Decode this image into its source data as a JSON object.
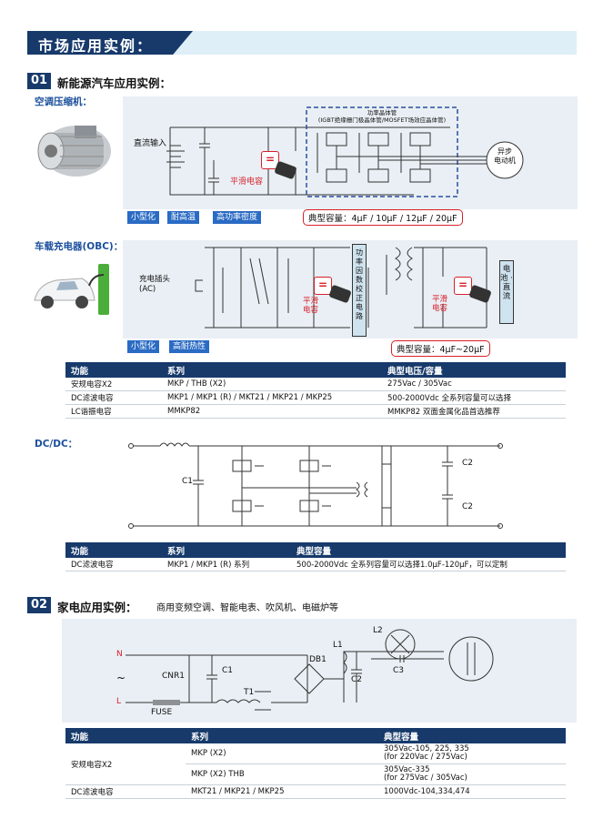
{
  "header": {
    "title": "市场应用实例："
  },
  "section1": {
    "num": "01",
    "title": "新能源汽车应用实例：",
    "compressor": {
      "subtitle": "空调压缩机：",
      "dc_input": "直流输入",
      "ipm_label": "功率晶体管\n(IGBT绝缘栅门极晶体管/MOSFET场效应晶体管)",
      "motor": "异步\n电动机",
      "smoothing": "平滑电容",
      "tags": [
        "小型化",
        "耐高温",
        "高功率密度"
      ],
      "typical": "典型容量：4μF / 10μF / 12μF / 20μF"
    },
    "obc": {
      "subtitle": "车载充电器(OBC)：",
      "plug": "充电插头\n(AC)",
      "pfc": "功率因数校正电路",
      "smooth1": "平滑\n电容",
      "smooth2": "平滑\n电容",
      "battery": "电池 · 直流",
      "tags": [
        "小型化",
        "高耐热性"
      ],
      "typical": "典型容量：4μF~20μF"
    },
    "table1": {
      "headers": [
        "功能",
        "系列",
        "典型电压/容量"
      ],
      "rows": [
        [
          "安规电容X2",
          "MKP / THB (X2)",
          "275Vac / 305Vac"
        ],
        [
          "DC滤波电容",
          "MKP1 / MKP1 (R) / MKT21 / MKP21 / MKP25",
          "500-2000Vdc 全系列容量可以选择"
        ],
        [
          "LC谐振电容",
          "MMKP82",
          "MMKP82 双面金属化品首选推荐"
        ]
      ]
    },
    "dcdc": {
      "subtitle": "DC/DC：",
      "c1": "C1",
      "c2a": "C2",
      "c2b": "C2"
    },
    "table2": {
      "headers": [
        "功能",
        "系列",
        "典型容量"
      ],
      "rows": [
        [
          "DC滤波电容",
          "MKP1 / MKP1 (R) 系列",
          "500-2000Vdc 全系列容量可以选择1.0μF-120μF，可以定制"
        ]
      ]
    }
  },
  "section2": {
    "num": "02",
    "title": "家电应用实例：",
    "desc": "商用变频空调、智能电表、吹风机、电磁炉等",
    "circuit": {
      "n": "N",
      "l": "L",
      "tilde": "~",
      "cnr1": "CNR1",
      "c1": "C1",
      "fuse": "FUSE",
      "t1": "T1",
      "db1": "DB1",
      "l1": "L1",
      "l2": "L2",
      "c2": "C2",
      "c3": "C3"
    },
    "table3": {
      "headers": [
        "功能",
        "系列",
        "典型容量"
      ],
      "rows": [
        {
          "func": "安规电容X2",
          "series": "MKP (X2)",
          "cap": "305Vac-105, 225, 335\n(for 220Vac / 275Vac)"
        },
        {
          "func": "",
          "series": "MKP (X2) THB",
          "cap": "305Vac-335\n(for 275Vac / 305Vac)"
        },
        {
          "func": "DC滤波电容",
          "series": "MKT21 / MKP21 / MKP25",
          "cap": "1000Vdc-104,334,474"
        }
      ]
    }
  },
  "colors": {
    "primary": "#173a6b",
    "accent_red": "#d8202a",
    "tag_blue": "#2a6bc4",
    "panel": "#e9eff4"
  }
}
